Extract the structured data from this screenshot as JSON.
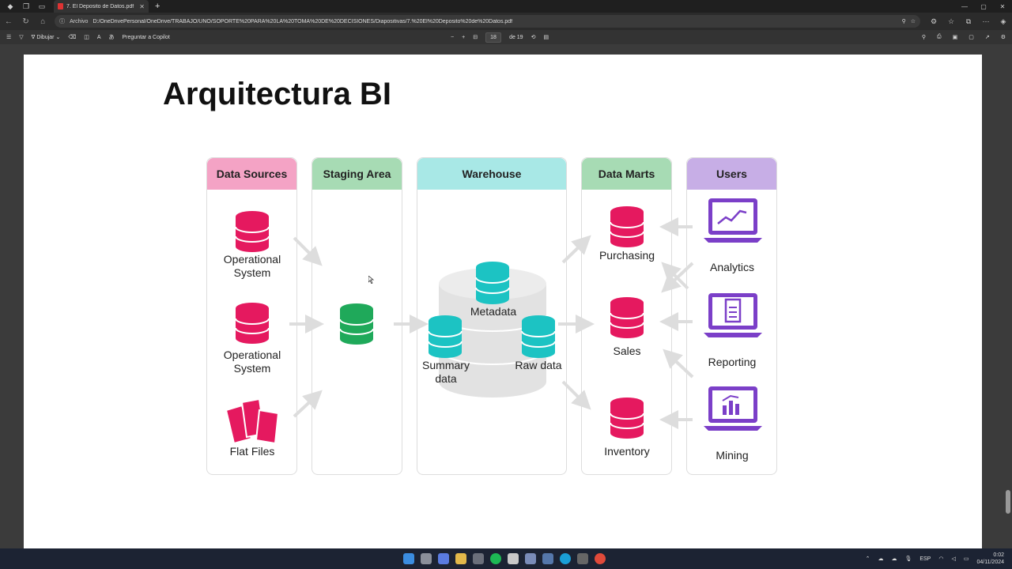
{
  "browser": {
    "tab_title": "7. El Deposito de Datos.pdf",
    "address_chip": "Archivo",
    "url": "D:/OneDrivePersonal/OneDrive/TRABAJO/UNO/SOPORTE%20PARA%20LA%20TOMA%20DE%20DECISIONES/Diapositivas/7.%20El%20Deposito%20de%20Datos.pdf"
  },
  "pdf_toolbar": {
    "draw_label": "Dibujar",
    "copilot_label": "Preguntar a Copilot",
    "page_current": "18",
    "page_total": "de 19"
  },
  "slide": {
    "title": "Arquitectura BI",
    "columns": {
      "data_sources": "Data Sources",
      "staging_area": "Staging Area",
      "warehouse": "Warehouse",
      "data_marts": "Data Marts",
      "users": "Users"
    },
    "sources": {
      "op1": [
        "Operational",
        "System"
      ],
      "op2": [
        "Operational",
        "System"
      ],
      "flat": "Flat Files"
    },
    "warehouse": {
      "metadata": "Metadata",
      "summary": [
        "Summary",
        "data"
      ],
      "raw": "Raw data"
    },
    "marts": {
      "purchasing": "Purchasing",
      "sales": "Sales",
      "inventory": "Inventory"
    },
    "users": {
      "analytics": "Analytics",
      "reporting": "Reporting",
      "mining": "Mining"
    },
    "colors": {
      "pink": "#e5195f",
      "green": "#1fa95a",
      "teal": "#1cc3c3",
      "purple": "#7b3fc8",
      "head_sources": "#f4a3c5",
      "head_staging": "#a7dbb4",
      "head_warehouse": "#a8e8e6",
      "head_marts": "#a7dbb4",
      "head_users": "#c7aee6"
    }
  },
  "taskbar": {
    "lang": "ESP",
    "time": "0:02",
    "date": "04/11/2024"
  }
}
